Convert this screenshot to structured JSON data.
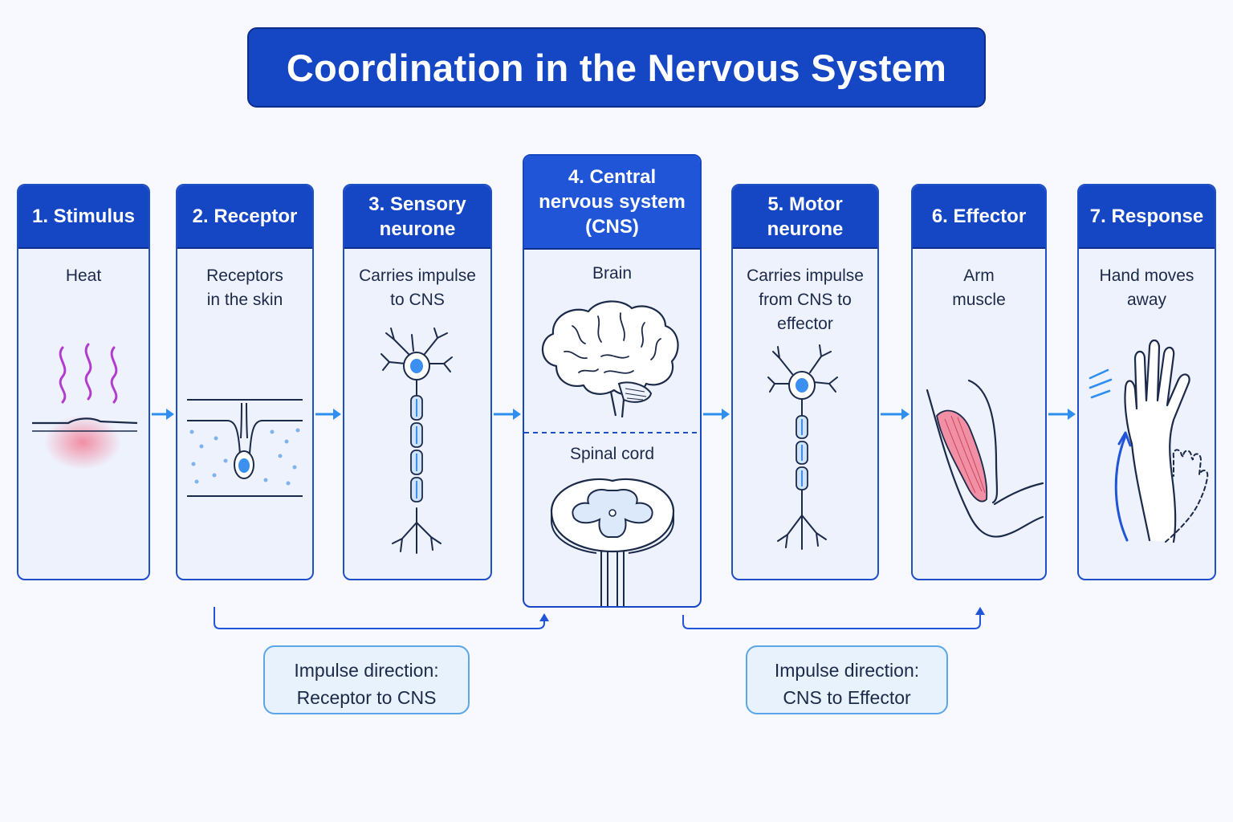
{
  "title": "Coordination in the Nervous System",
  "steps": [
    {
      "heading": "1. Stimulus",
      "lines": [
        "Heat"
      ]
    },
    {
      "heading": "2. Receptor",
      "lines": [
        "Receptors",
        "in the skin"
      ]
    },
    {
      "heading": "3. Sensory neurone",
      "lines": [
        "Carries impulse",
        "to CNS"
      ]
    },
    {
      "heading": "4. Central nervous system (CNS)",
      "sections": [
        "Brain",
        "Spinal cord"
      ]
    },
    {
      "heading": "5. Motor neurone",
      "lines": [
        "Carries impulse",
        "from CNS to",
        "effector"
      ]
    },
    {
      "heading": "6. Effector",
      "lines": [
        "Arm",
        "muscle"
      ]
    },
    {
      "heading": "7. Response",
      "lines": [
        "Hand moves",
        "away"
      ]
    }
  ],
  "notes": [
    {
      "label": "Impulse direction:",
      "value": "Receptor to CNS"
    },
    {
      "label": "Impulse direction:",
      "value": "CNS to Effector"
    }
  ],
  "colors": {
    "header": "#1546c4",
    "arrow": "#2e8ff0",
    "neuron": "#3a8ff0",
    "muscle": "#f26d86",
    "heat": "#b13ccf"
  },
  "icons": [
    "heat-waves-icon",
    "skin-receptor-icon",
    "sensory-neurone-icon",
    "brain-icon",
    "spinal-cord-icon",
    "motor-neurone-icon",
    "arm-muscle-icon",
    "hand-withdraw-icon"
  ]
}
